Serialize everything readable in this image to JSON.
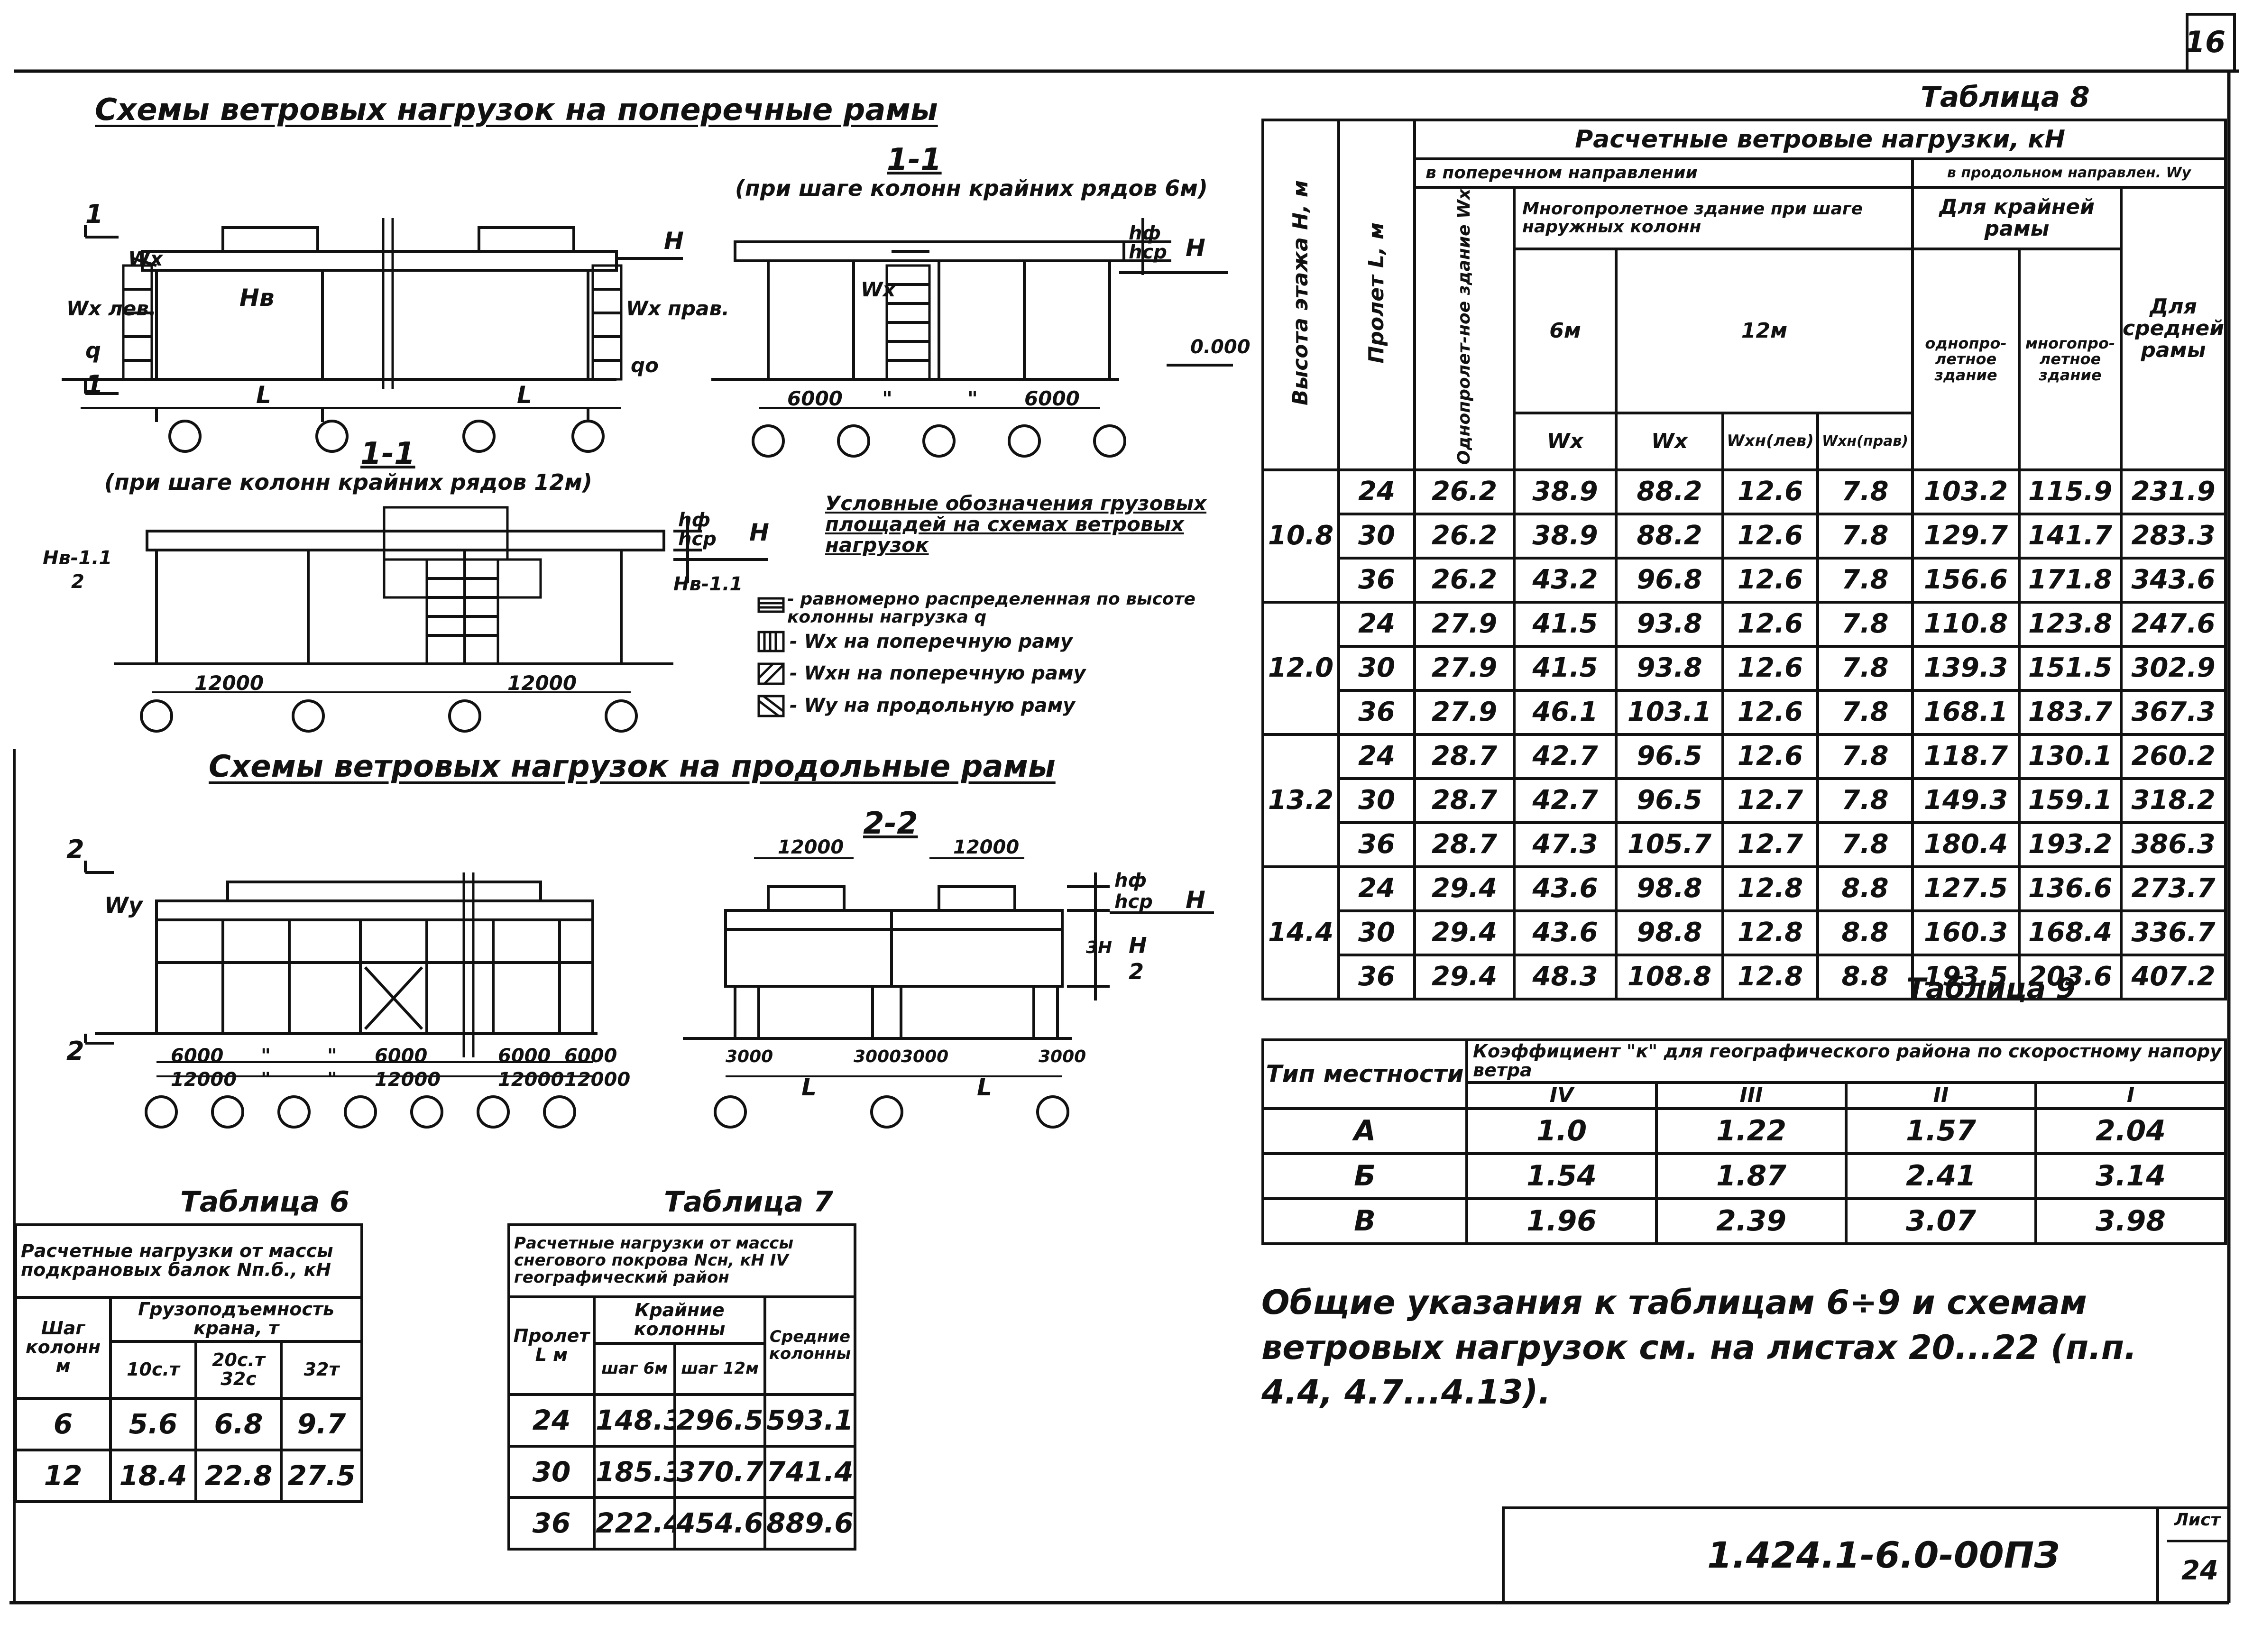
{
  "sheet_number_top": "16",
  "titles": {
    "transverse": "Схемы ветровых нагрузок на поперечные рамы",
    "longitudinal": "Схемы ветровых нагрузок на продольные рамы"
  },
  "section_labels": {
    "sec11_a": "1-1",
    "sec11_a_note": "(при шаге колонн крайних рядов 6м)",
    "sec11_b": "1-1",
    "sec11_b_note": "(при шаге колонн крайних рядов 12м)",
    "sec22": "2-2"
  },
  "drawing_labels": {
    "wx": "Wx",
    "wx_lev": "Wx лев.",
    "wx_prav": "Wx прав.",
    "hb": "Hв",
    "q": "q",
    "qo": "qо",
    "l": "L",
    "h": "H",
    "hf": "hф",
    "hcp": "hср",
    "zero": "0.000",
    "one": "1",
    "two": "2",
    "d6000": "6000",
    "d12000": "12000",
    "d3000": "3000",
    "ditto": "\"",
    "hb11": "Hв-1.1",
    "hb11_half": "Hв-1.1",
    "half_den": "2",
    "wy": "Wy",
    "h_half_num": "H",
    "h_half_den": "2",
    "h_third": "3H",
    "one_n": "1"
  },
  "legend": {
    "title": "Условные обозначения грузовых площадей на схемах ветровых нагрузок",
    "items": [
      "- равномерно распределенная по высоте колонны нагрузка q",
      "- Wx на поперечную раму",
      "- Wxн на поперечную раму",
      "- Wy на продольную раму"
    ]
  },
  "table8": {
    "title": "Таблица 8",
    "col_height": "Высота этажа H, м",
    "col_span": "Пролет L, м",
    "group_header": "Расчетные ветровые нагрузки, кН",
    "transverse": "в поперечном направлении",
    "longitudinal": "в продольном направлен. Wy",
    "single_span": "Однопролет-ное здание Wx",
    "multi_span": "Многопролетное здание при шаге наружных колонн",
    "step6": "6м",
    "step12": "12м",
    "wx6": "Wx",
    "wx12": "Wx",
    "wxlev": "Wxн(лев)",
    "wxprav": "Wxн(прав)",
    "extreme_frame": "Для крайней рамы",
    "single_bldg": "однопро-летное здание",
    "multi_bldg": "многопро-летное здание",
    "middle_frame": "Для средней рамы",
    "groups": [
      {
        "h": "10.8",
        "rows": [
          [
            "24",
            "26.2",
            "38.9",
            "88.2",
            "12.6",
            "7.8",
            "103.2",
            "115.9",
            "231.9"
          ],
          [
            "30",
            "26.2",
            "38.9",
            "88.2",
            "12.6",
            "7.8",
            "129.7",
            "141.7",
            "283.3"
          ],
          [
            "36",
            "26.2",
            "43.2",
            "96.8",
            "12.6",
            "7.8",
            "156.6",
            "171.8",
            "343.6"
          ]
        ]
      },
      {
        "h": "12.0",
        "rows": [
          [
            "24",
            "27.9",
            "41.5",
            "93.8",
            "12.6",
            "7.8",
            "110.8",
            "123.8",
            "247.6"
          ],
          [
            "30",
            "27.9",
            "41.5",
            "93.8",
            "12.6",
            "7.8",
            "139.3",
            "151.5",
            "302.9"
          ],
          [
            "36",
            "27.9",
            "46.1",
            "103.1",
            "12.6",
            "7.8",
            "168.1",
            "183.7",
            "367.3"
          ]
        ]
      },
      {
        "h": "13.2",
        "rows": [
          [
            "24",
            "28.7",
            "42.7",
            "96.5",
            "12.6",
            "7.8",
            "118.7",
            "130.1",
            "260.2"
          ],
          [
            "30",
            "28.7",
            "42.7",
            "96.5",
            "12.7",
            "7.8",
            "149.3",
            "159.1",
            "318.2"
          ],
          [
            "36",
            "28.7",
            "47.3",
            "105.7",
            "12.7",
            "7.8",
            "180.4",
            "193.2",
            "386.3"
          ]
        ]
      },
      {
        "h": "14.4",
        "rows": [
          [
            "24",
            "29.4",
            "43.6",
            "98.8",
            "12.8",
            "8.8",
            "127.5",
            "136.6",
            "273.7"
          ],
          [
            "30",
            "29.4",
            "43.6",
            "98.8",
            "12.8",
            "8.8",
            "160.3",
            "168.4",
            "336.7"
          ],
          [
            "36",
            "29.4",
            "48.3",
            "108.8",
            "12.8",
            "8.8",
            "193.5",
            "203.6",
            "407.2"
          ]
        ]
      }
    ]
  },
  "table9": {
    "title": "Таблица 9",
    "col_type": "Тип местности",
    "coef_header": "Коэффициент \"к\" для географического района по скоростному напору ветра",
    "regions": [
      "IV",
      "III",
      "II",
      "I"
    ],
    "rows": [
      [
        "А",
        "1.0",
        "1.22",
        "1.57",
        "2.04"
      ],
      [
        "Б",
        "1.54",
        "1.87",
        "2.41",
        "3.14"
      ],
      [
        "В",
        "1.96",
        "2.39",
        "3.07",
        "3.98"
      ]
    ]
  },
  "notes": "Общие указания к таблицам 6÷9 и схемам ветровых нагрузок см. на листах 20...22 (п.п. 4.4, 4.7...4.13).",
  "table6": {
    "title": "Таблица 6",
    "header": "Расчетные нагрузки от массы подкрановых балок Nп.б., кН",
    "col_step": "Шаг колонн м",
    "col_capacity": "Грузоподъемность крана, т",
    "caps": [
      "10с.т",
      "20с.т 32с",
      "32т"
    ],
    "rows": [
      [
        "6",
        "5.6",
        "6.8",
        "9.7"
      ],
      [
        "12",
        "18.4",
        "22.8",
        "27.5"
      ]
    ]
  },
  "table7": {
    "title": "Таблица 7",
    "header": "Расчетные нагрузки от массы снегового покрова Nсн, кН IV географический район",
    "col_span": "Пролет L м",
    "col_extreme": "Крайние колонны",
    "col_middle": "Средние колонны",
    "step6": "шаг 6м",
    "step12": "шаг 12м",
    "rows": [
      [
        "24",
        "148.3",
        "296.5",
        "593.1"
      ],
      [
        "30",
        "185.3",
        "370.7",
        "741.4"
      ],
      [
        "36",
        "222.4",
        "454.6",
        "889.6"
      ]
    ]
  },
  "stamp": {
    "code": "1.424.1-6.0-00ПЗ",
    "sheet_label": "Лист",
    "sheet_number": "24"
  }
}
